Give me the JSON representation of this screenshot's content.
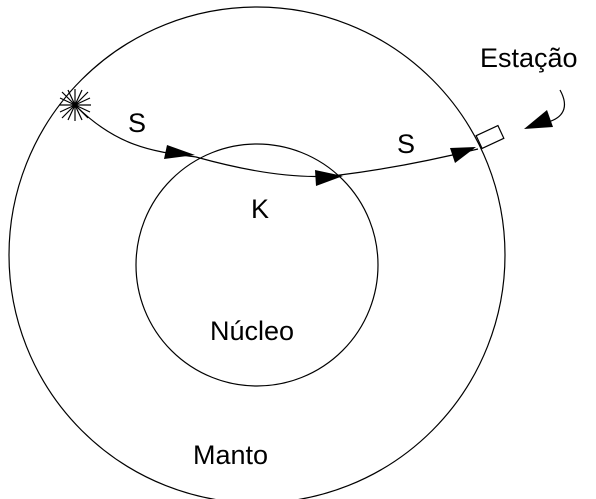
{
  "diagram": {
    "labels": {
      "station": "Estação",
      "wave_mantle_in": "S",
      "wave_mantle_out": "S",
      "wave_core": "K",
      "core": "Núcleo",
      "mantle": "Manto"
    },
    "colors": {
      "stroke": "#000000",
      "background": "#ffffff"
    },
    "icons": [
      "earthquake-source-icon",
      "seismometer-station-icon"
    ]
  }
}
